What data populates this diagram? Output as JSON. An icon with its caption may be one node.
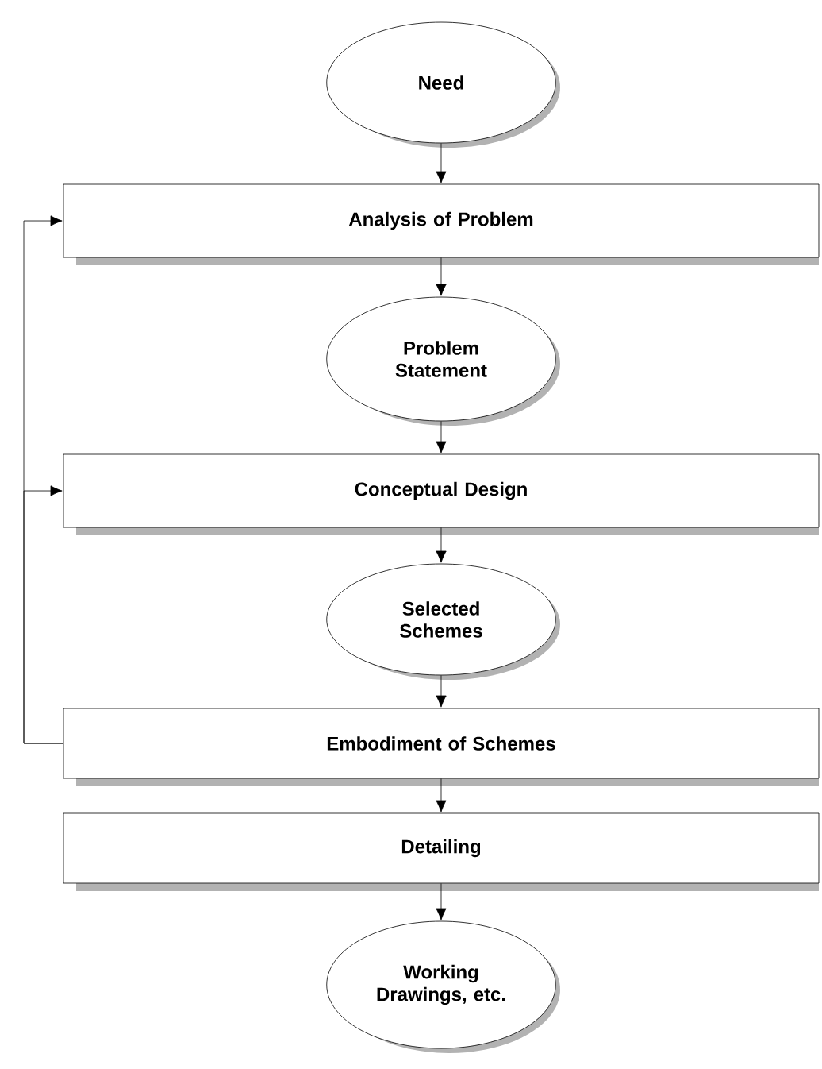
{
  "diagram": {
    "nodes": [
      {
        "text": [
          "Need"
        ]
      },
      {
        "text": [
          "Analysis of Problem"
        ]
      },
      {
        "text": [
          "Problem Statement"
        ]
      },
      {
        "text": [
          "Conceptual Design"
        ]
      },
      {
        "text": [
          "Selected Schemes"
        ]
      },
      {
        "text": [
          "Embodiment of Schemes"
        ]
      },
      {
        "text": [
          "Detailing"
        ]
      },
      {
        "text": [
          "Working Drawings, etc."
        ]
      }
    ],
    "edges": [
      {
        "from": 0,
        "to": 1,
        "arrow": "to"
      },
      {
        "from": 1,
        "to": 2,
        "arrow": "to"
      },
      {
        "from": 2,
        "to": 3,
        "arrow": "to"
      },
      {
        "from": 3,
        "to": 4,
        "arrow": "to"
      },
      {
        "from": 4,
        "to": 5,
        "arrow": "to"
      },
      {
        "from": 5,
        "to": 6,
        "arrow": "to"
      },
      {
        "from": 6,
        "to": 7,
        "arrow": "to"
      },
      {
        "from": 5,
        "to": 3,
        "arrow": "to"
      },
      {
        "from": 5,
        "to": 1,
        "arrow": "to"
      }
    ]
  }
}
